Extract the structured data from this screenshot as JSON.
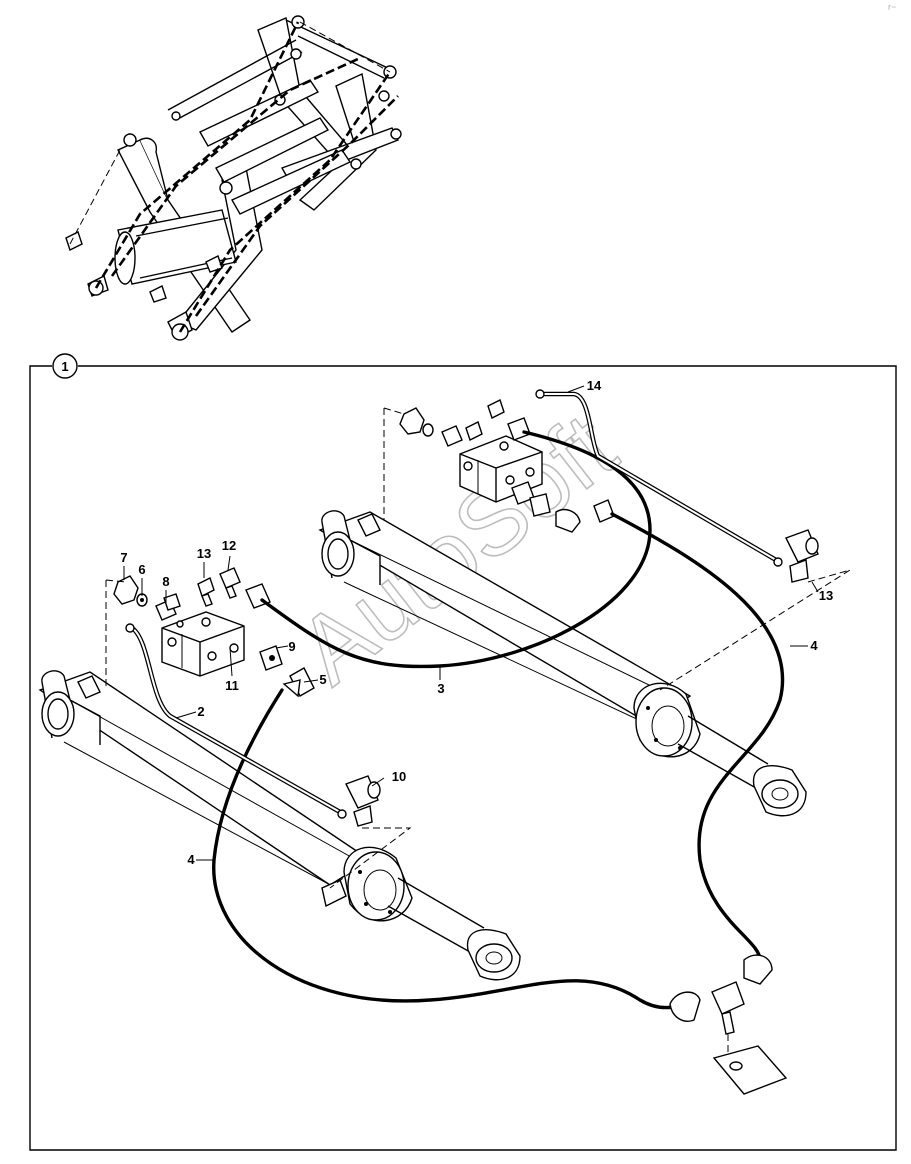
{
  "watermark": "AutoSoft",
  "corner_mark": "r~",
  "inset": {
    "number": "1"
  },
  "callouts": {
    "c2": "2",
    "c3": "3",
    "c4a": "4",
    "c4b": "4",
    "c5": "5",
    "c6": "6",
    "c7": "7",
    "c8": "8",
    "c9": "9",
    "c10": "10",
    "c11": "11",
    "c12": "12",
    "c13a": "13",
    "c13b": "13",
    "c14": "14"
  }
}
